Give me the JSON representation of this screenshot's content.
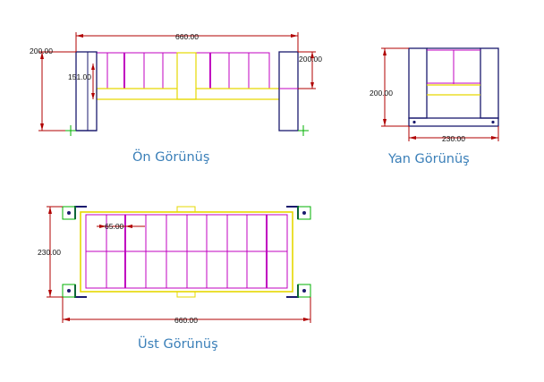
{
  "views": {
    "front": {
      "title": "Ön Görünüş",
      "width_dim": "660.00",
      "height_dim_left": "200.00",
      "height_dim_right": "200.00",
      "inner_dim": "151.00"
    },
    "side": {
      "title": "Yan Görünüş",
      "height_dim": "200.00",
      "width_dim": "230.00"
    },
    "top": {
      "title": "Üst Görünüş",
      "depth_dim": "230.00",
      "width_dim": "660.00",
      "spacing_dim": "65.00"
    }
  },
  "colors": {
    "frame": "#1a1a6e",
    "panel": "#c000c0",
    "rail": "#e6d800",
    "dimension": "#b00000",
    "title": "#3a7fb8",
    "marker": "#00b000",
    "foot": "#00b000"
  }
}
